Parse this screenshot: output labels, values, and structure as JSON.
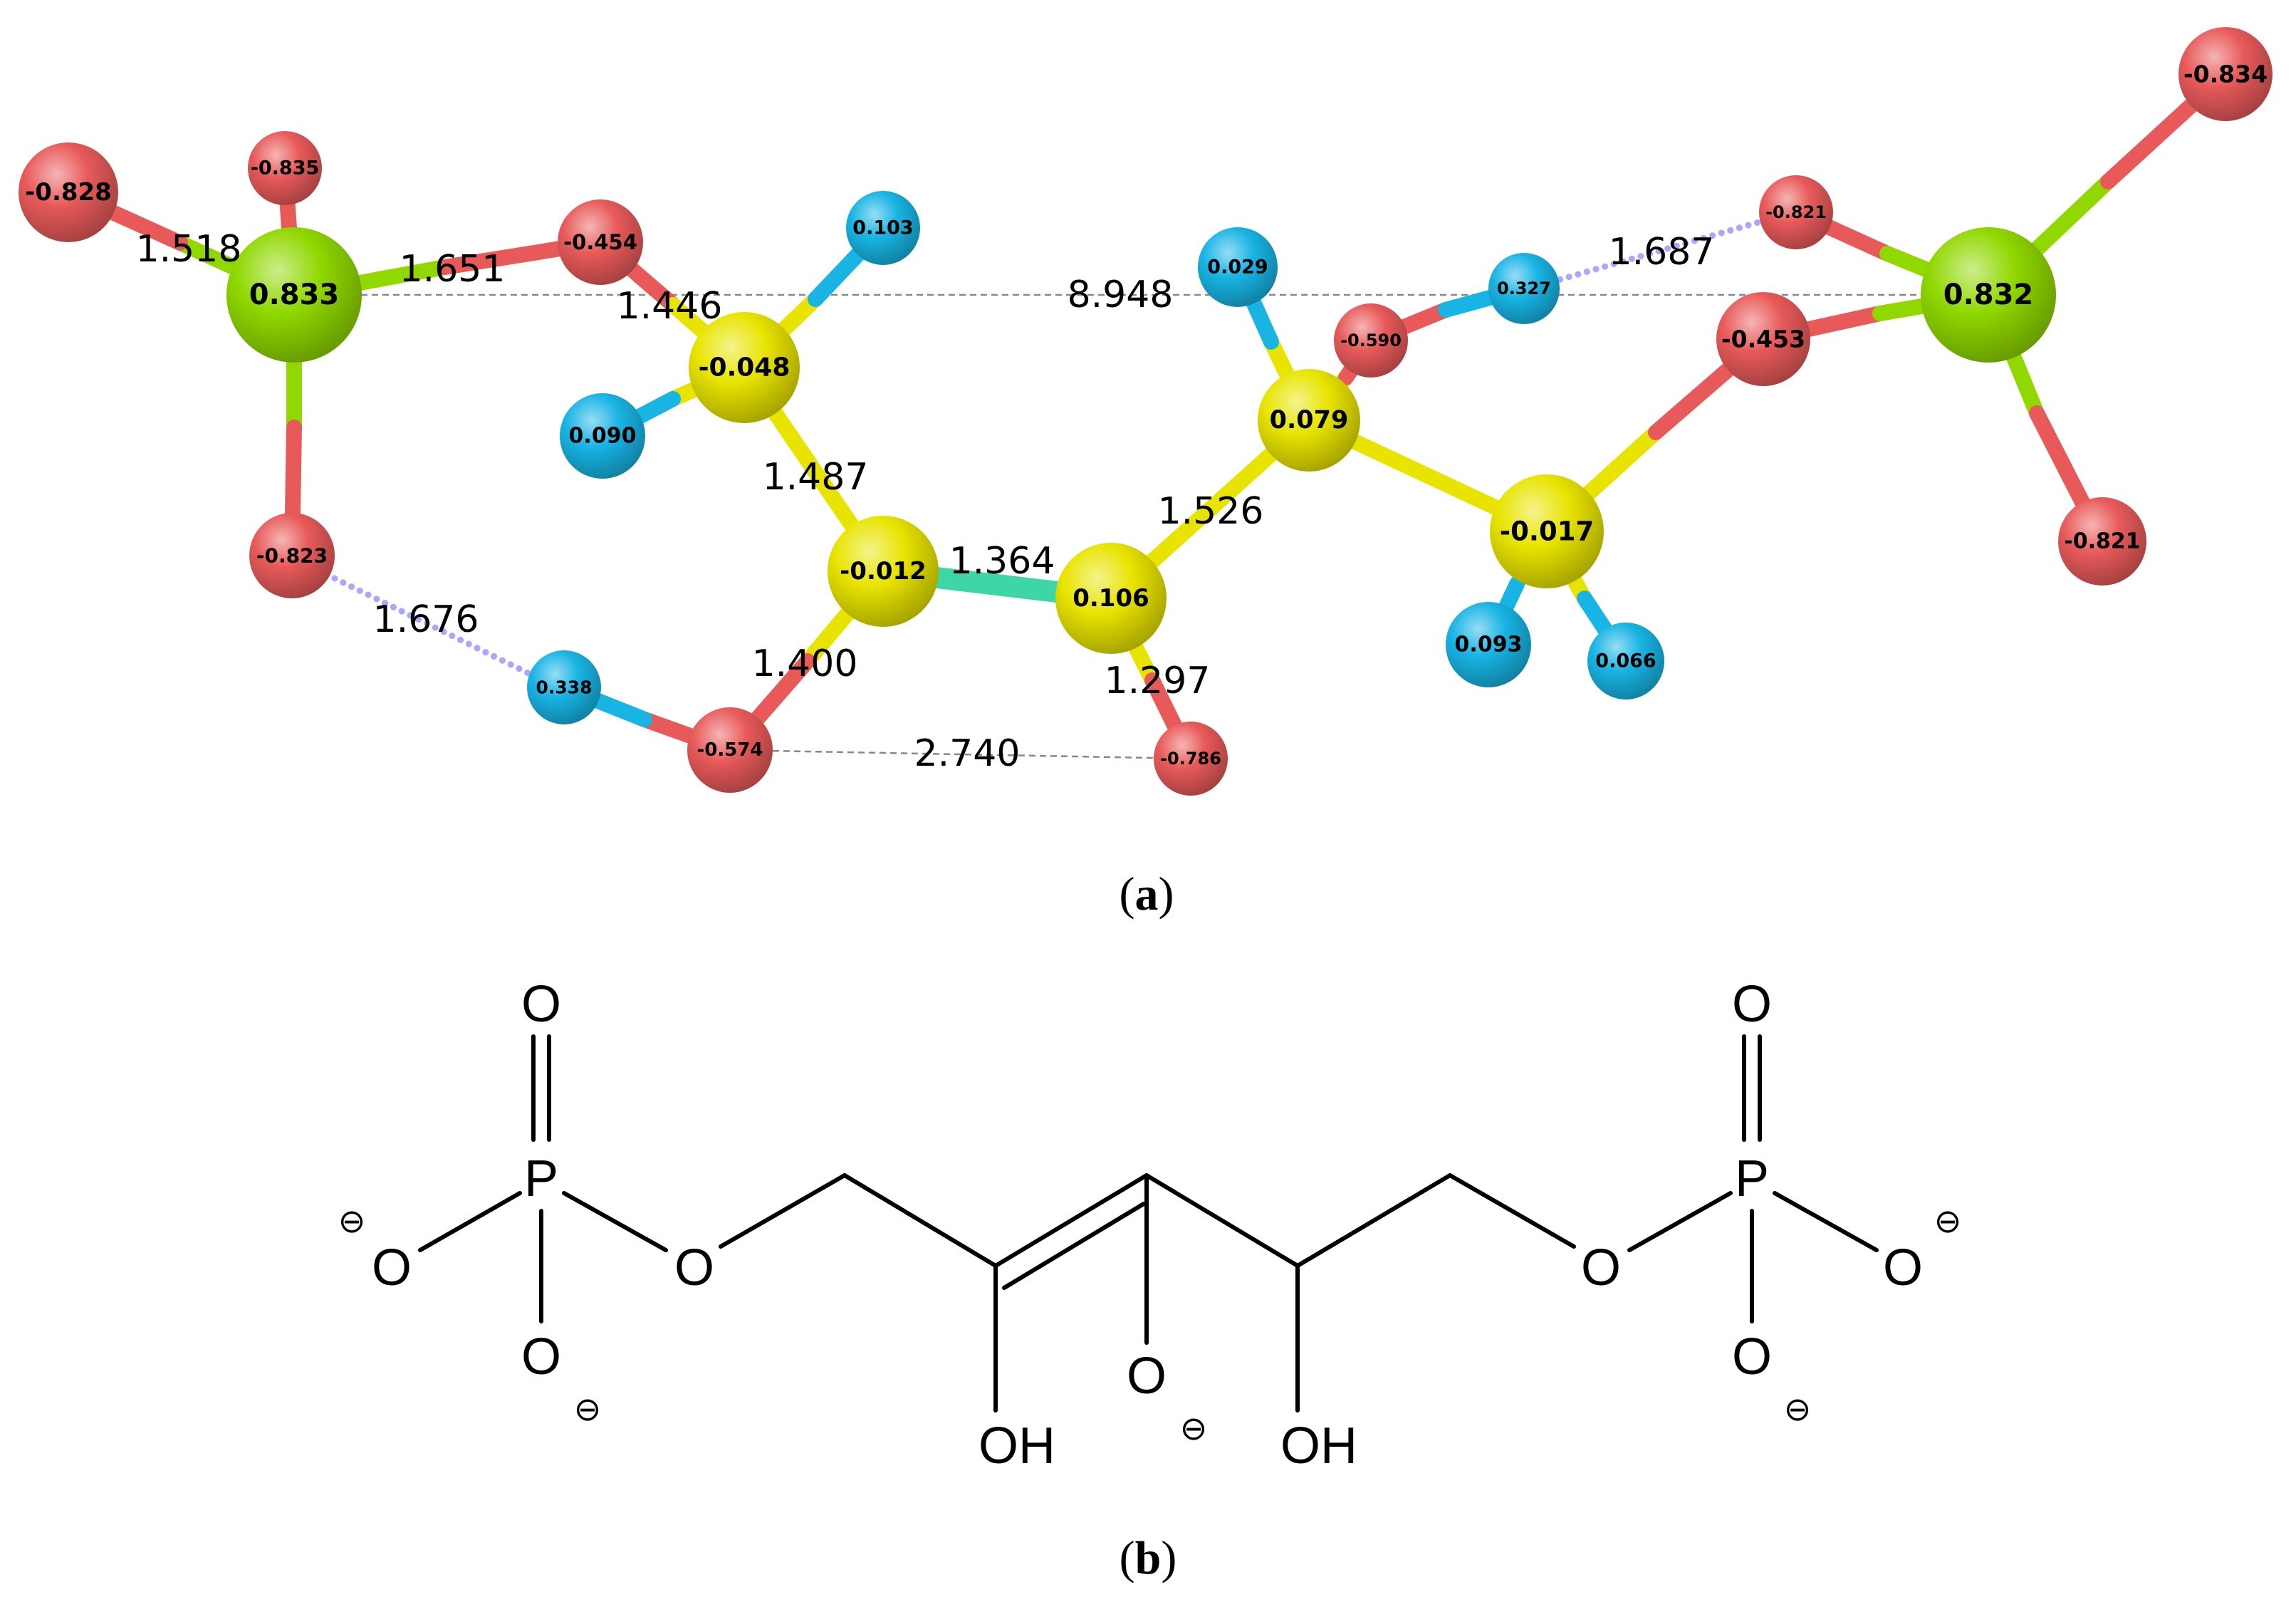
{
  "colors": {
    "oxygen": "#e85a5a",
    "hydrogen": "#18b4e4",
    "carbon": "#e8e400",
    "phosphorus": "#90d800",
    "hbond": "#a8a8ff",
    "double_bond": "#3ed6a6",
    "distance_line": "#888888"
  },
  "panel_a": {
    "label_letter": "a",
    "atoms": [
      {
        "id": "o1",
        "element": "O",
        "charge": "-0.828"
      },
      {
        "id": "o2",
        "element": "O",
        "charge": "-0.835"
      },
      {
        "id": "p1",
        "element": "P",
        "charge": "0.833"
      },
      {
        "id": "o3",
        "element": "O",
        "charge": "-0.454"
      },
      {
        "id": "o4",
        "element": "O",
        "charge": "-0.823"
      },
      {
        "id": "h1",
        "element": "H",
        "charge": "0.103"
      },
      {
        "id": "c1",
        "element": "C",
        "charge": "-0.048"
      },
      {
        "id": "h2",
        "element": "H",
        "charge": "0.090"
      },
      {
        "id": "c2",
        "element": "C",
        "charge": "-0.012"
      },
      {
        "id": "h3",
        "element": "H",
        "charge": "0.338"
      },
      {
        "id": "o5",
        "element": "O",
        "charge": "-0.574"
      },
      {
        "id": "c3",
        "element": "C",
        "charge": "0.106"
      },
      {
        "id": "o6",
        "element": "O",
        "charge": "-0.786"
      },
      {
        "id": "h4",
        "element": "H",
        "charge": "0.029"
      },
      {
        "id": "c4",
        "element": "C",
        "charge": "0.079"
      },
      {
        "id": "o7",
        "element": "O",
        "charge": "-0.590"
      },
      {
        "id": "h5",
        "element": "H",
        "charge": "0.327"
      },
      {
        "id": "c5",
        "element": "C",
        "charge": "-0.017"
      },
      {
        "id": "h6",
        "element": "H",
        "charge": "0.093"
      },
      {
        "id": "h7",
        "element": "H",
        "charge": "0.066"
      },
      {
        "id": "o8",
        "element": "O",
        "charge": "-0.453"
      },
      {
        "id": "o9",
        "element": "O",
        "charge": "-0.821"
      },
      {
        "id": "p2",
        "element": "P",
        "charge": "0.832"
      },
      {
        "id": "o10",
        "element": "O",
        "charge": "-0.834"
      },
      {
        "id": "o11",
        "element": "O",
        "charge": "-0.821"
      }
    ],
    "bond_lengths": [
      "1.518",
      "1.651",
      "1.446",
      "8.948",
      "1.687",
      "1.487",
      "1.364",
      "1.526",
      "1.676",
      "1.400",
      "1.297",
      "2.740"
    ]
  },
  "panel_b": {
    "label_letter": "b",
    "atom_text": {
      "O": "O",
      "P": "P",
      "OH": "OH"
    },
    "charge_symbol": "⊖"
  }
}
